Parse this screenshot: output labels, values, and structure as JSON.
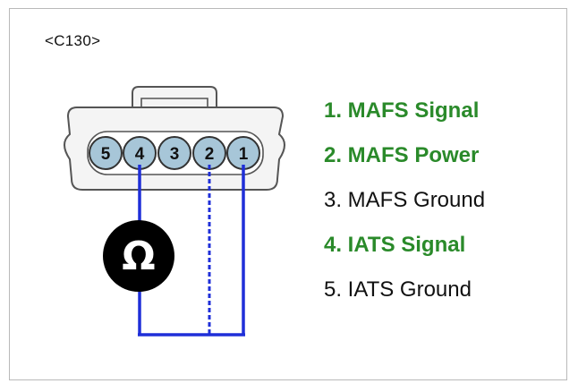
{
  "connector": {
    "id_label": "<C130>",
    "pins": [
      "5",
      "4",
      "3",
      "2",
      "1"
    ]
  },
  "meter": {
    "symbol": "Ω",
    "icon": "ohm-meter-icon"
  },
  "legend": [
    {
      "text": "1. MAFS Signal",
      "highlight": true
    },
    {
      "text": "2. MAFS Power",
      "highlight": true
    },
    {
      "text": "3. MAFS Ground",
      "highlight": false
    },
    {
      "text": "4. IATS Signal",
      "highlight": true
    },
    {
      "text": "5. IATS Ground",
      "highlight": false
    }
  ],
  "colors": {
    "highlight_text": "#2a8a2a",
    "normal_text": "#111111",
    "wire": "#1f2fd8",
    "connector_outline": "#555555",
    "connector_fill": "#f4f4f4",
    "pin_fill": "#a7c6d8"
  }
}
